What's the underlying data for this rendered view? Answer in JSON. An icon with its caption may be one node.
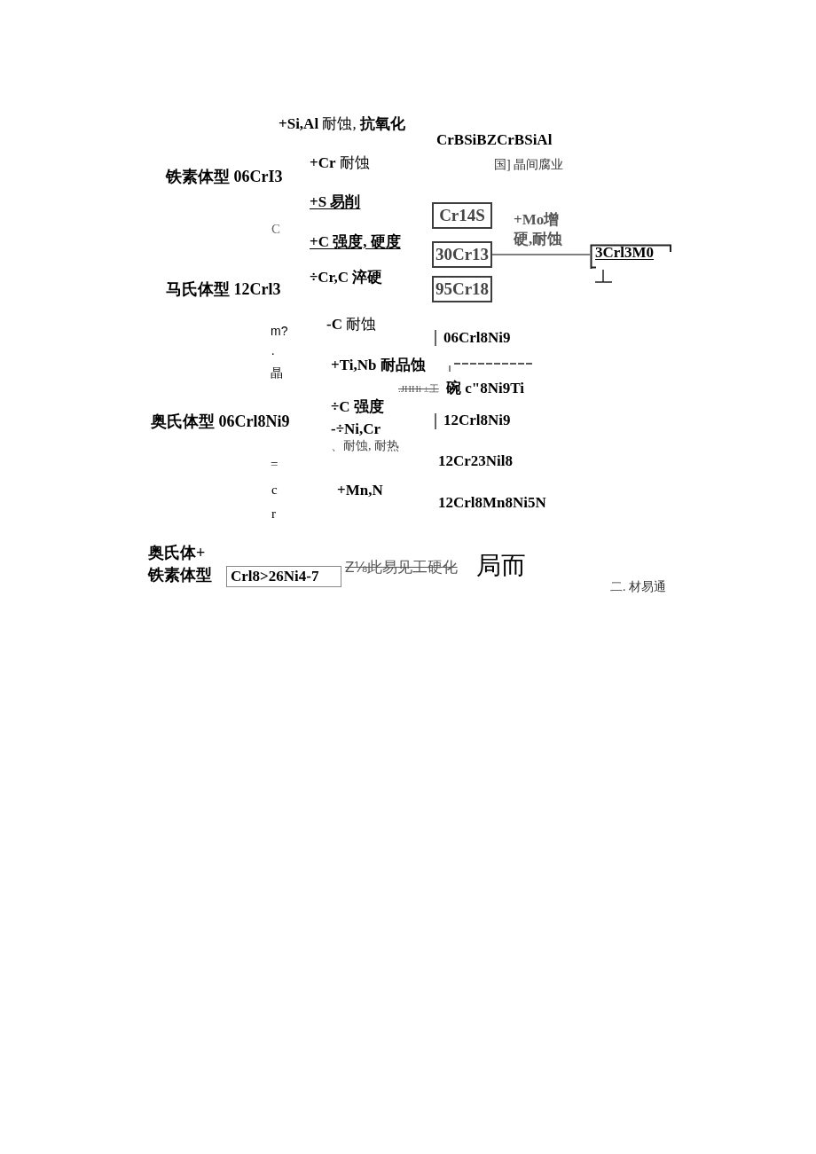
{
  "diagram": {
    "nodes": [
      {
        "text": [
          "Cr14S"
        ]
      },
      {
        "text": [
          "30Cr13"
        ]
      },
      {
        "text": [
          "3Crl3M0"
        ]
      },
      {
        "text": [
          "95Cr18"
        ]
      },
      {
        "text": [
          "Crl8>26Ni4-7"
        ]
      }
    ],
    "edges": [
      {
        "from": 1,
        "to": 2,
        "arrow": "none",
        "label": "+Mo增硬,耐蚀"
      }
    ],
    "labels": [
      "**+Si,Al** 耐蚀, **抗氧化**",
      "CrBSiBZCrBSiAl",
      "**+Cr** 耐蚀",
      "国] 晶间腐业",
      "铁素体型 06CrI3",
      "+S 易削",
      "C",
      "+C 强度, 硬度",
      "÷Cr,C 淬硬",
      "马氏体型 12Crl3",
      "m?",
      "**-C** 耐蚀",
      "06Crl8Ni9",
      ".",
      "+Ti,Nb 耐品蚀",
      "晶",
      ".JHHi ±工",
      "碗 c\"8Ni9Ti",
      "÷C 强度",
      "奥氏体型 06Crl8Ni9",
      "12Crl8Ni9",
      "-÷Ni,Cr",
      "、耐蚀, 耐热",
      "=",
      "12Cr23Nil8",
      "c",
      "+Mn,N",
      "12Crl8Mn8Ni5N",
      "r",
      "奥氏体+铁素体型",
      "Z⅛此易见工硬化",
      "局而",
      "二. 材易通"
    ]
  }
}
